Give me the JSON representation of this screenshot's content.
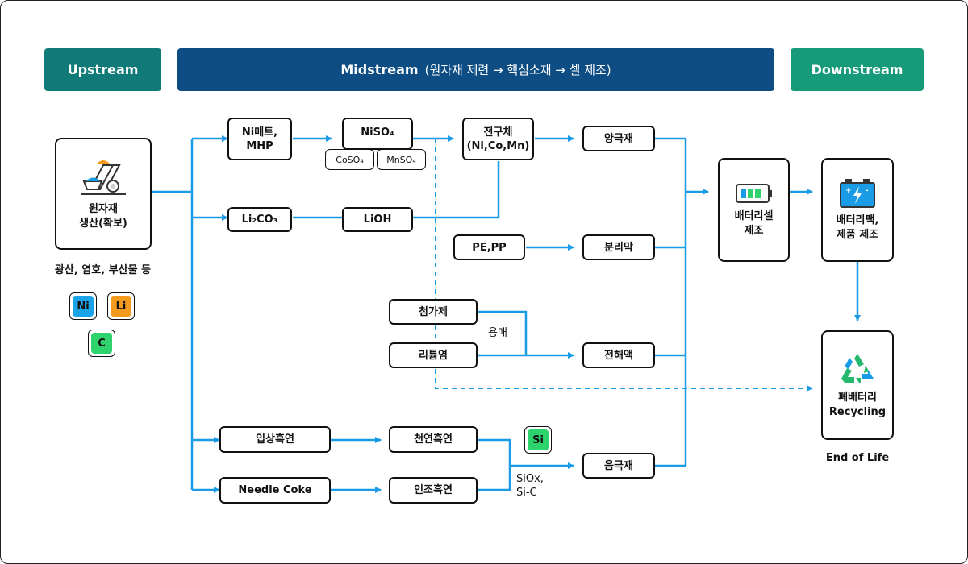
{
  "headers": {
    "upstream": "Upstream",
    "midstream": "Midstream",
    "midstream_detail": "(원자재 제련 → 핵심소재 → 셀 제조)",
    "downstream": "Downstream"
  },
  "raw": {
    "label": "원자재\n생산(확보)",
    "caption": "광산, 염호, 부산물 등",
    "elements": [
      {
        "symbol": "Ni",
        "color": "#1aa3e8"
      },
      {
        "symbol": "Li",
        "color": "#f39a1f"
      },
      {
        "symbol": "C",
        "color": "#2fd36e"
      }
    ]
  },
  "nodes": {
    "ni_matte": "Ni매트,\nMHP",
    "niso4": "NiSO₄",
    "coso4": "CoSO₄",
    "mnso4": "MnSO₄",
    "precursor": "전구체\n(Ni,Co,Mn)",
    "cathode": "양극재",
    "li2co3": "Li₂CO₃",
    "lioh": "LiOH",
    "pe_pp": "PE,PP",
    "separator": "분리막",
    "additive": "첨가제",
    "lithium_salt": "리튬염",
    "solvent": "용매",
    "electrolyte": "전해액",
    "spherical_graphite": "입상흑연",
    "natural_graphite": "천연흑연",
    "needle_coke": "Needle Coke",
    "artificial_graphite": "인조흑연",
    "si": "Si",
    "si_note": "SiOx,\nSi-C",
    "anode": "음극재",
    "cell": "배터리셀\n제조",
    "pack": "배터리팩,\n제품 제조",
    "recycling": "폐배터리\nRecycling",
    "end_of_life": "End of Life"
  },
  "colors": {
    "arrow": "#1a9be6",
    "si_fill": "#2fd36e",
    "battery_green": "#2fd36e",
    "battery_blue": "#1a9be6",
    "pack_blue": "#1a9be6",
    "recycle_green": "#25b86f",
    "recycle_blue": "#1a9be6"
  },
  "icons": {
    "raw": "mining-cart-icon",
    "cell": "battery-cell-icon",
    "pack": "battery-pack-icon",
    "recycling": "recycle-icon"
  }
}
